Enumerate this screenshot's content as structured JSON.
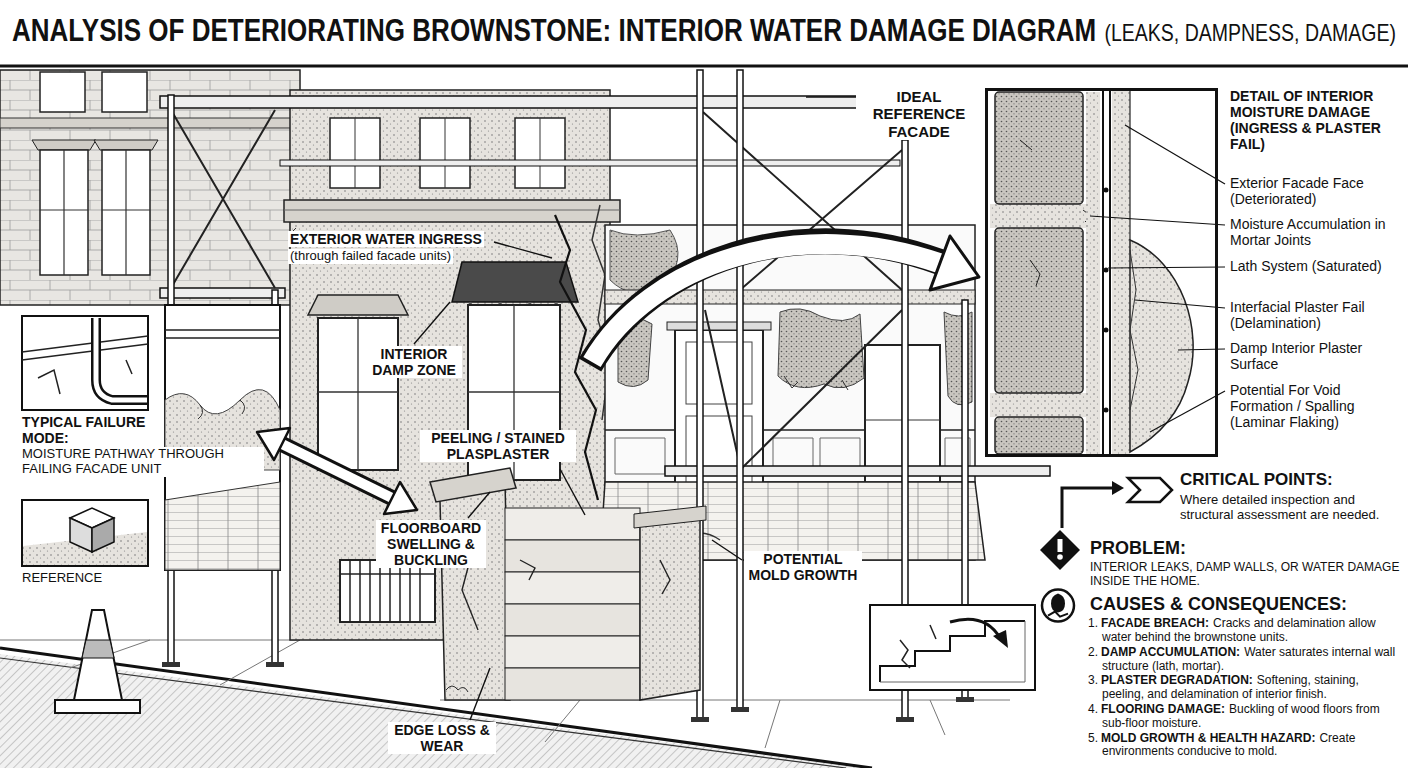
{
  "diagram": {
    "title": "ANALYSIS OF DETERIORATING BROWNSTONE: INTERIOR WATER DAMAGE DIAGRAM",
    "nodes": [
      {
        "text": [
          "DETAIL OF INTERIOR MOISTURE DAMAGE (INGRESS & PLASTER FAIL)"
        ]
      }
    ],
    "labels": [
      "(LEAKS, DAMPNESS, DAMAGE)",
      "IDEAL REFERENCE FACADE",
      "EXTERIOR WATER INGRESS",
      "(through failed facade units)",
      "INTERIOR DAMP ZONE",
      "TYPICAL FAILURE MODE:",
      "MOISTURE PATHWAY THROUGH FAILING FACADE UNIT",
      "PEELING / STAINED PLASPLASTER",
      "FLOORBOARD SWELLING & BUCKLING",
      "POTENTIAL MOLD GROWTH",
      "REFERENCE",
      "EDGE LOSS & WEAR",
      "Exterior Facade Face (Deteriorated)",
      "Moisture Accumulation in Mortar Joints",
      "Lath System (Saturated)",
      "Interfacial Plaster Fail (Delamination)",
      "Damp Interior Plaster Surface",
      "Potential For Void Formation / Spalling (Laminar Flaking)",
      "CRITICAL POINTS:",
      "Where detailed inspection and structural assessment are needed.",
      "PROBLEM:",
      "INTERIOR LEAKS, DAMP WALLS, OR WATER DAMAGE INSIDE THE HOME.",
      "CAUSES & CONSEQUENCES:",
      "1.",
      "FACADE BREACH:",
      "Cracks and delamination allow water behind the brownstone units.",
      "2.",
      "DAMP ACCUMULATION:",
      "Water saturates internal wall structure (lath, mortar).",
      "3.",
      "PLASTER DEGRADATION:",
      "Softening, staining, peeling, and delamination of interior finish.",
      "4.",
      "FLOORING DAMAGE:",
      "Buckling of wood floors from sub-floor moisture.",
      "5.",
      "MOLD GROWTH & HEALTH HAZARD:",
      "Create environments conducive to mold."
    ]
  }
}
